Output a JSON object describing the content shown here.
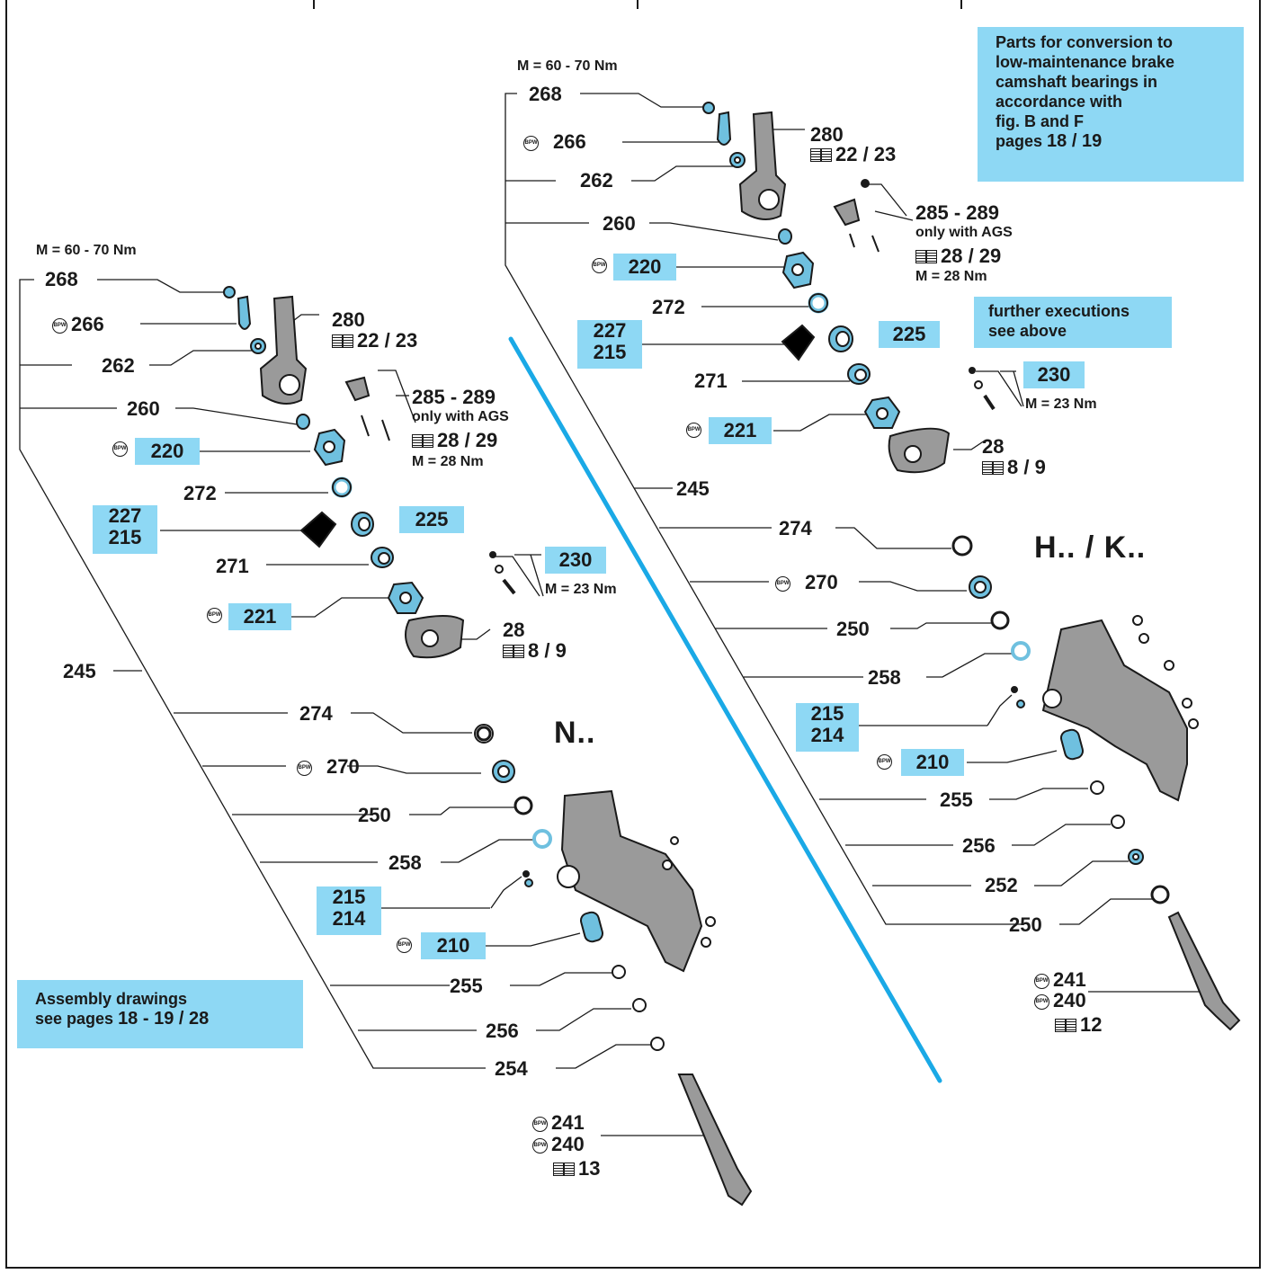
{
  "colors": {
    "accent": "#8ed8f4",
    "divider": "#1aa9e6",
    "part_blue": "#6fc0df",
    "part_grey": "#9a9a9a",
    "ink": "#1a1a1a"
  },
  "icons": {
    "bp_stamp": "bpw-original-part-icon",
    "reference": "catalogue-page-reference-icon"
  },
  "left": {
    "heading": "N..",
    "torque_top": "M = 60 - 70 Nm",
    "p268": "268",
    "p266": "266",
    "p262": "262",
    "p260": "260",
    "p280": "280",
    "p280_ref": "22 / 23",
    "p285": "285 - 289",
    "p285_note": "only with AGS",
    "p285_ref": "28 / 29",
    "p285_torque": "M = 28 Nm",
    "p220": "220",
    "p272": "272",
    "p227": "227",
    "p215a": "215",
    "p225": "225",
    "p271": "271",
    "p230": "230",
    "p230_torque": "M = 23 Nm",
    "p221": "221",
    "p28": "28",
    "p28_ref": "8 / 9",
    "p245": "245",
    "p274": "274",
    "p270": "270",
    "p250": "250",
    "p258": "258",
    "p215b": "215",
    "p214": "214",
    "p210": "210",
    "p255": "255",
    "p256": "256",
    "p254": "254",
    "p241": "241",
    "p240": "240",
    "p240_ref": "13"
  },
  "right": {
    "heading": "H.. / K..",
    "torque_top": "M = 60 - 70 Nm",
    "p268": "268",
    "p266": "266",
    "p262": "262",
    "p260": "260",
    "p280": "280",
    "p280_ref": "22 / 23",
    "p285": "285 - 289",
    "p285_note": "only with AGS",
    "p285_ref": "28 / 29",
    "p285_torque": "M = 28 Nm",
    "p220": "220",
    "p272": "272",
    "p227": "227",
    "p215a": "215",
    "p225": "225",
    "p271": "271",
    "p230": "230",
    "p230_torque": "M = 23 Nm",
    "p221": "221",
    "p28": "28",
    "p28_ref": "8 / 9",
    "p245": "245",
    "p274": "274",
    "p270": "270",
    "p250a": "250",
    "p258": "258",
    "p215b": "215",
    "p214": "214",
    "p210": "210",
    "p255": "255",
    "p256": "256",
    "p252": "252",
    "p250b": "250",
    "p241": "241",
    "p240": "240",
    "p240_ref": "12"
  },
  "notes": {
    "conversion": [
      "Parts for conversion to",
      "low-maintenance brake",
      "camshaft bearings in",
      "accordance with",
      "fig. B and F"
    ],
    "conversion_pages_prefix": "pages ",
    "conversion_pages": "18 / 19",
    "further": [
      "further executions",
      "see above"
    ],
    "assembly": "Assembly drawings",
    "assembly_prefix": "see pages ",
    "assembly_pages": "18 - 19 / 28"
  }
}
